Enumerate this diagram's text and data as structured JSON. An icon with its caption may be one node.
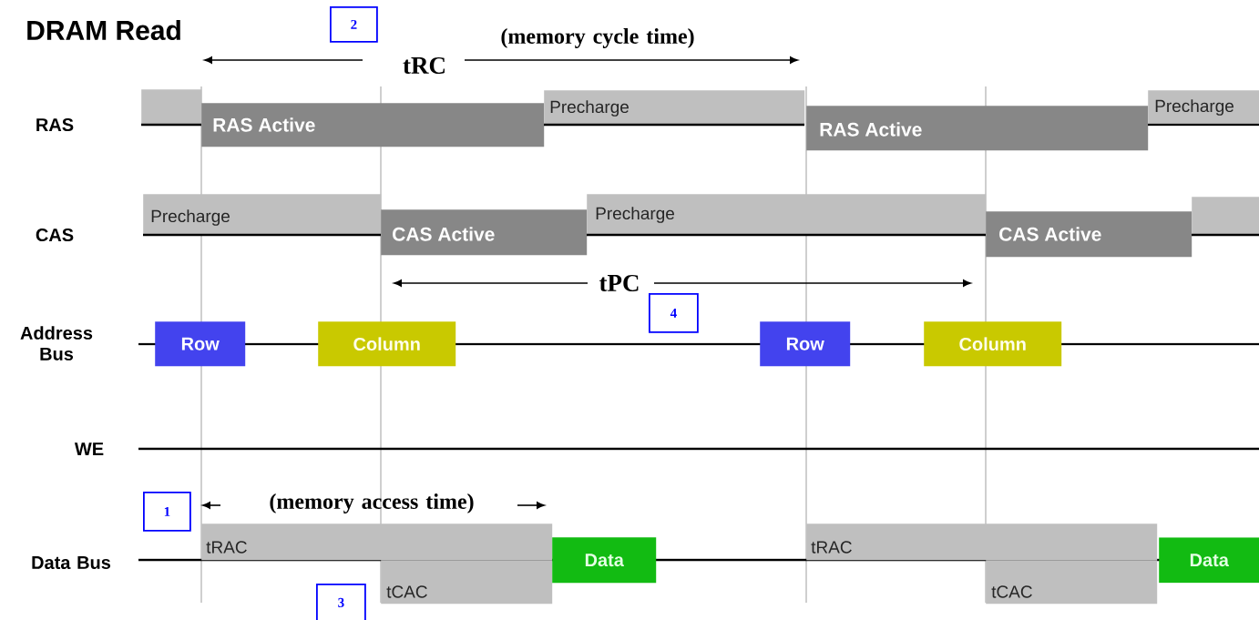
{
  "diagram": {
    "title": "DRAM Read",
    "nodes": [
      {
        "text": [
          "2"
        ]
      },
      {
        "text": [],
        "shape": "bar"
      },
      {
        "text": [
          "RAS Active"
        ]
      },
      {
        "text": [
          "Precharge"
        ]
      },
      {
        "text": [
          "RAS Active"
        ]
      },
      {
        "text": [
          "Precharge"
        ]
      },
      {
        "text": [
          "Precharge"
        ]
      },
      {
        "text": [
          "CAS Active"
        ]
      },
      {
        "text": [
          "Precharge"
        ]
      },
      {
        "text": [
          "CAS Active"
        ]
      },
      {
        "text": [],
        "shape": "bar"
      },
      {
        "text": [
          "4"
        ]
      },
      {
        "text": [
          "Row"
        ]
      },
      {
        "text": [
          "Column"
        ]
      },
      {
        "text": [
          "Row"
        ]
      },
      {
        "text": [
          "Column"
        ]
      },
      {
        "text": [
          "1"
        ]
      },
      {
        "text": [
          "tRAC"
        ]
      },
      {
        "text": [
          "tCAC"
        ]
      },
      {
        "text": [
          "Data"
        ]
      },
      {
        "text": [
          "tRAC"
        ]
      },
      {
        "text": [
          "tCAC"
        ]
      },
      {
        "text": [
          "Data"
        ]
      },
      {
        "text": [
          "3"
        ]
      }
    ],
    "labels": [
      "RAS",
      "CAS",
      "Address Bus",
      "WE",
      "Data Bus",
      "tRC",
      "(memory cycle time)",
      "tPC",
      "(memory access time)"
    ]
  }
}
